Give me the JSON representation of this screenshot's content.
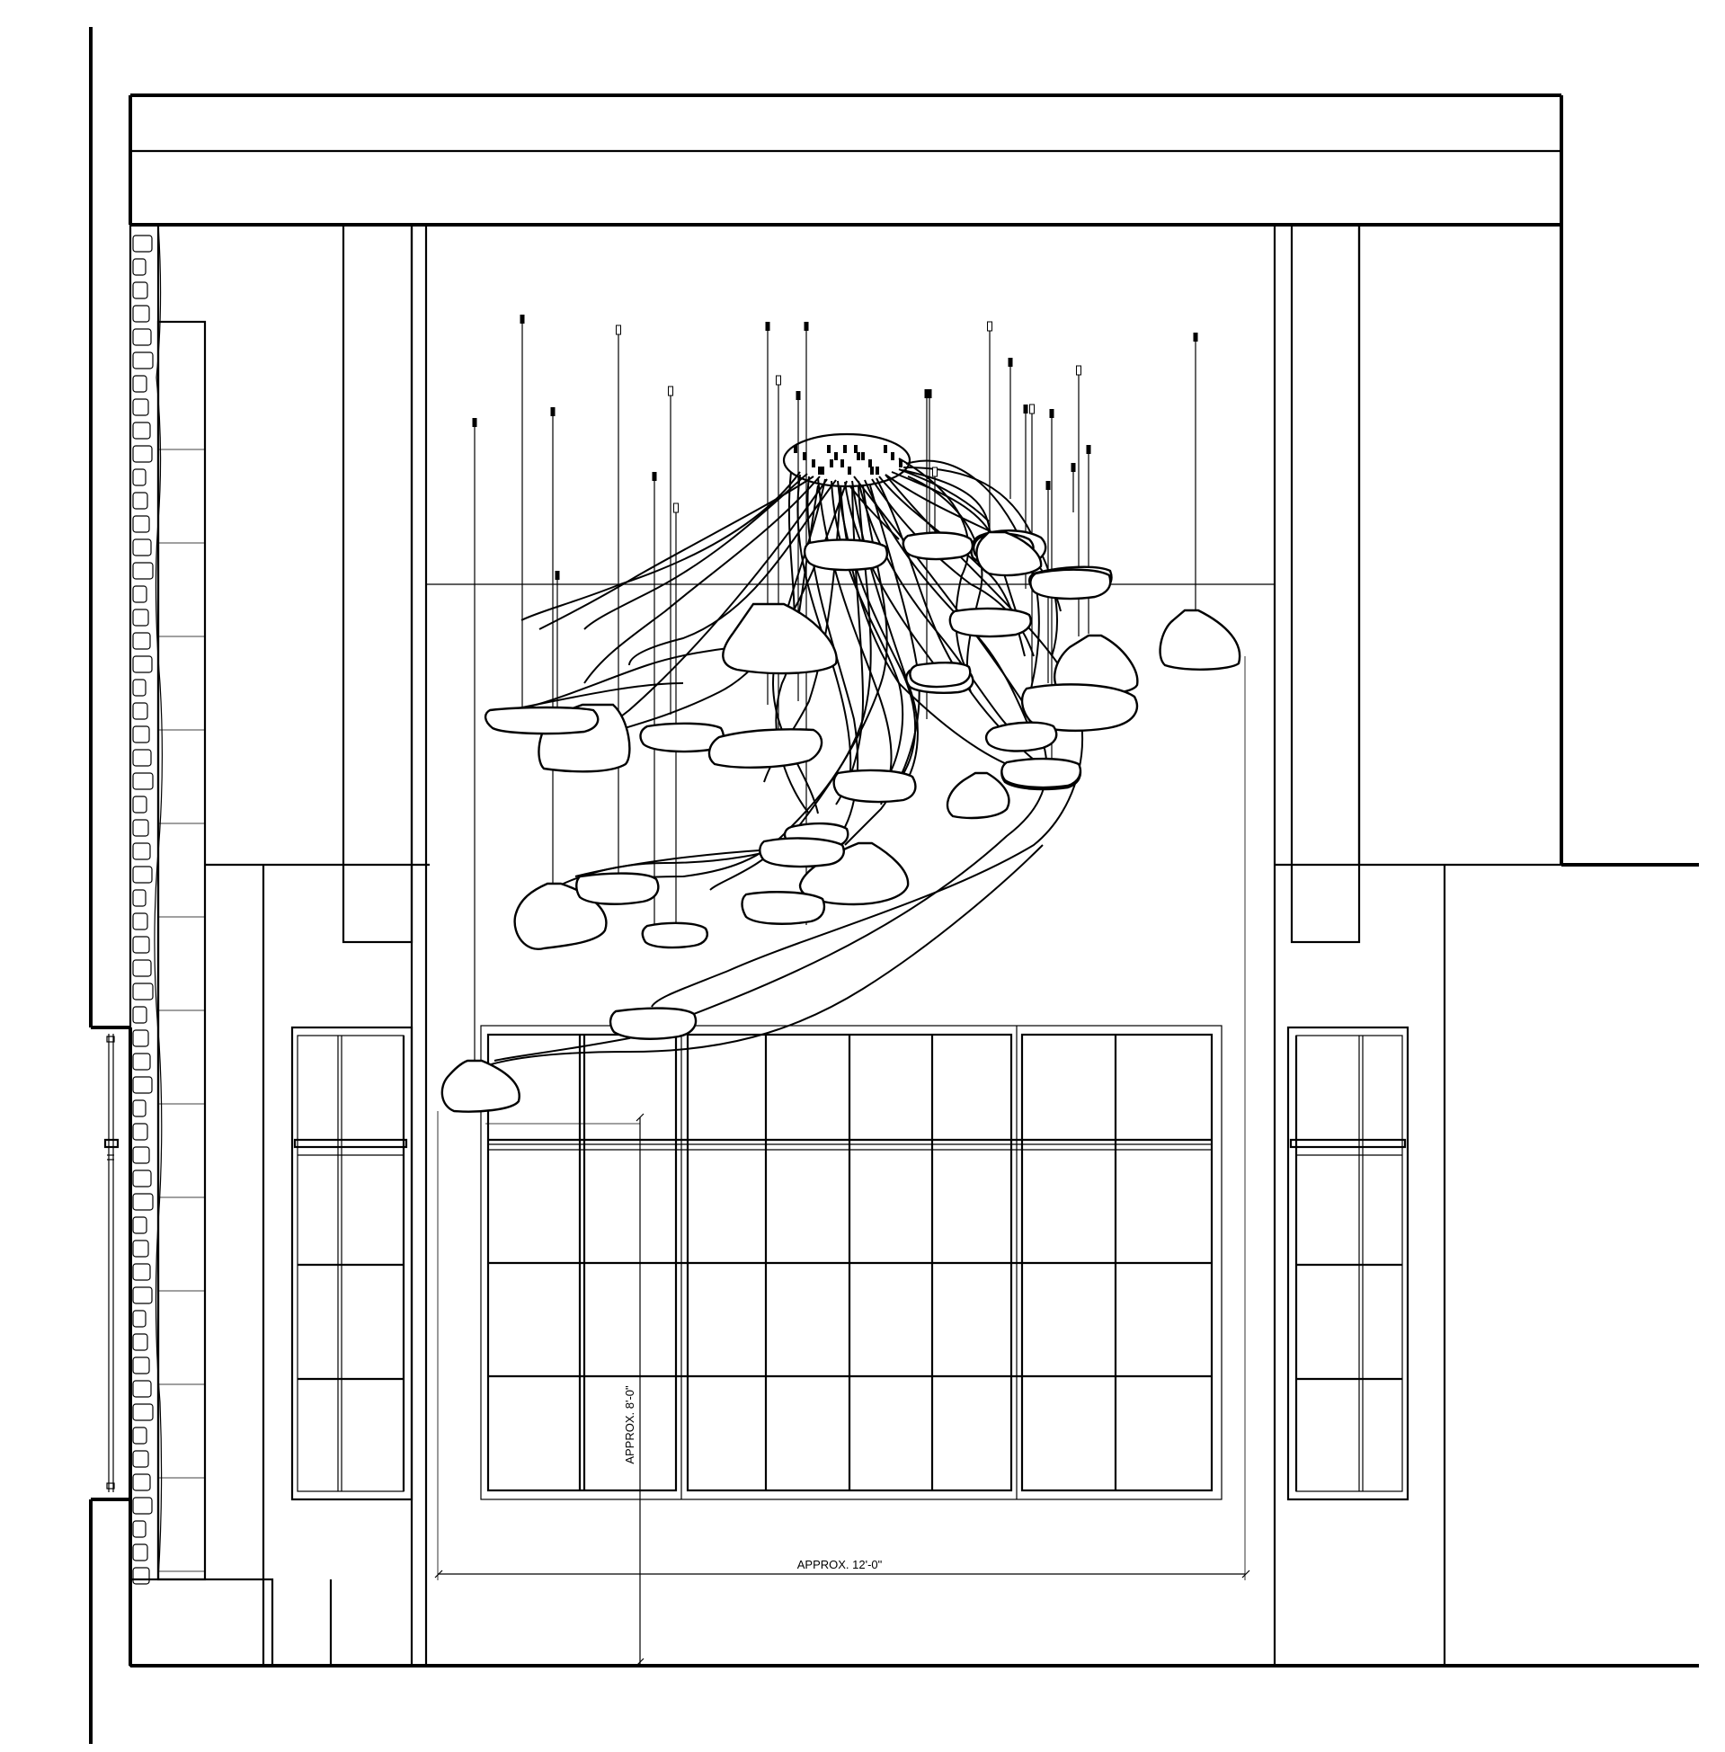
{
  "drawing": {
    "type": "architectural elevation",
    "dimensions": {
      "width_label": "APPROX. 12'-0\"",
      "height_label": "APPROX. 8'-0\""
    }
  }
}
